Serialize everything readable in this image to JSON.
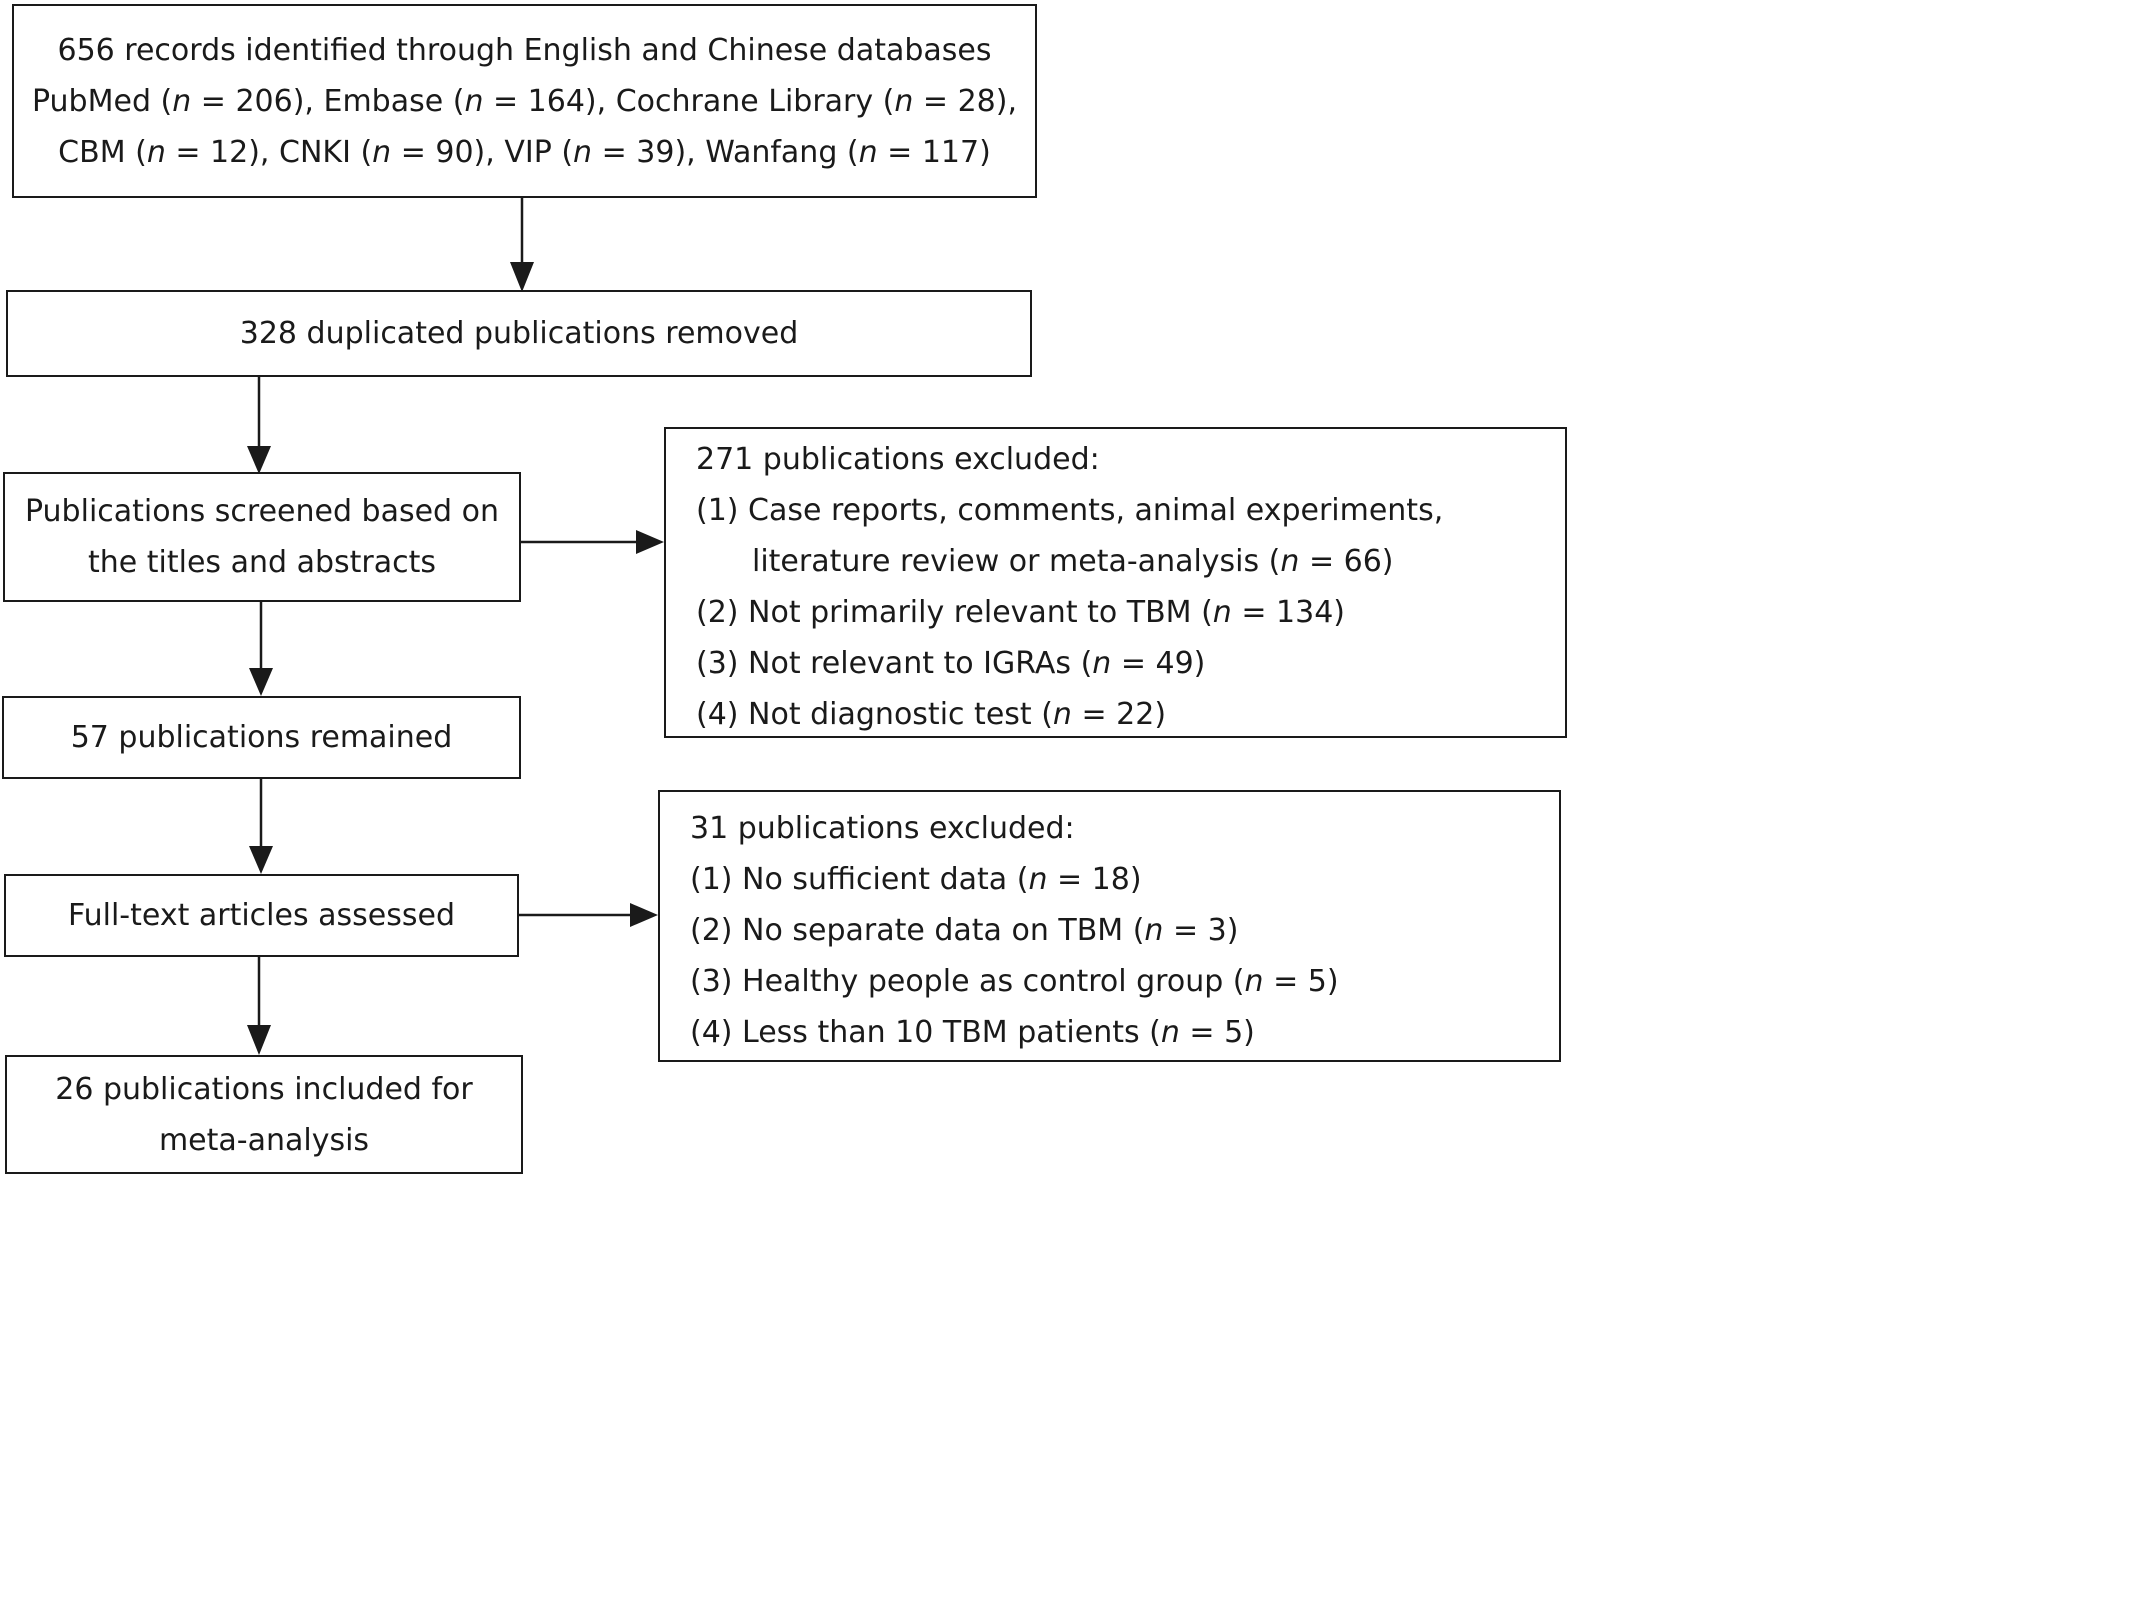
{
  "identified": {
    "lines": [
      [
        {
          "t": "656 records identified through English and Chinese databases"
        }
      ],
      [
        {
          "t": "PubMed ("
        },
        {
          "t": "n",
          "i": true
        },
        {
          "t": " = 206), Embase ("
        },
        {
          "t": "n",
          "i": true
        },
        {
          "t": " = 164), Cochrane Library ("
        },
        {
          "t": "n",
          "i": true
        },
        {
          "t": " = 28),"
        }
      ],
      [
        {
          "t": "CBM ("
        },
        {
          "t": "n",
          "i": true
        },
        {
          "t": " = 12), CNKI ("
        },
        {
          "t": "n",
          "i": true
        },
        {
          "t": " = 90), VIP ("
        },
        {
          "t": "n",
          "i": true
        },
        {
          "t": " = 39), Wanfang ("
        },
        {
          "t": "n",
          "i": true
        },
        {
          "t": " = 117)"
        }
      ]
    ]
  },
  "duplicates": {
    "lines": [
      [
        {
          "t": "328 duplicated publications removed"
        }
      ]
    ]
  },
  "screened": {
    "lines": [
      [
        {
          "t": "Publications screened based on"
        }
      ],
      [
        {
          "t": "the titles and abstracts"
        }
      ]
    ]
  },
  "excluded_first": {
    "lines": [
      [
        {
          "t": "271 publications excluded:"
        }
      ],
      [
        {
          "t": "(1) Case reports, comments, animal experiments,"
        }
      ],
      [
        {
          "t": "literature review or meta-analysis ("
        },
        {
          "t": "n",
          "i": true
        },
        {
          "t": " = 66)"
        }
      ],
      [
        {
          "t": "(2) Not primarily relevant to TBM ("
        },
        {
          "t": "n",
          "i": true
        },
        {
          "t": " = 134)"
        }
      ],
      [
        {
          "t": "(3) Not relevant to IGRAs ("
        },
        {
          "t": "n",
          "i": true
        },
        {
          "t": " = 49)"
        }
      ],
      [
        {
          "t": "(4) Not diagnostic test ("
        },
        {
          "t": "n",
          "i": true
        },
        {
          "t": " = 22)"
        }
      ]
    ]
  },
  "remained": {
    "lines": [
      [
        {
          "t": "57 publications remained"
        }
      ]
    ]
  },
  "fulltext": {
    "lines": [
      [
        {
          "t": "Full-text articles assessed"
        }
      ]
    ]
  },
  "excluded_second": {
    "lines": [
      [
        {
          "t": "31 publications excluded:"
        }
      ],
      [
        {
          "t": "(1) No sufficient data ("
        },
        {
          "t": "n",
          "i": true
        },
        {
          "t": " = 18)"
        }
      ],
      [
        {
          "t": "(2) No separate data on TBM ("
        },
        {
          "t": "n",
          "i": true
        },
        {
          "t": " = 3)"
        }
      ],
      [
        {
          "t": "(3) Healthy people as control group ("
        },
        {
          "t": "n",
          "i": true
        },
        {
          "t": " = 5)"
        }
      ],
      [
        {
          "t": "(4) Less than 10 TBM patients ("
        },
        {
          "t": "n",
          "i": true
        },
        {
          "t": " = 5)"
        }
      ]
    ]
  },
  "included": {
    "lines": [
      [
        {
          "t": "26 publications included for"
        }
      ],
      [
        {
          "t": "meta-analysis"
        }
      ]
    ]
  }
}
